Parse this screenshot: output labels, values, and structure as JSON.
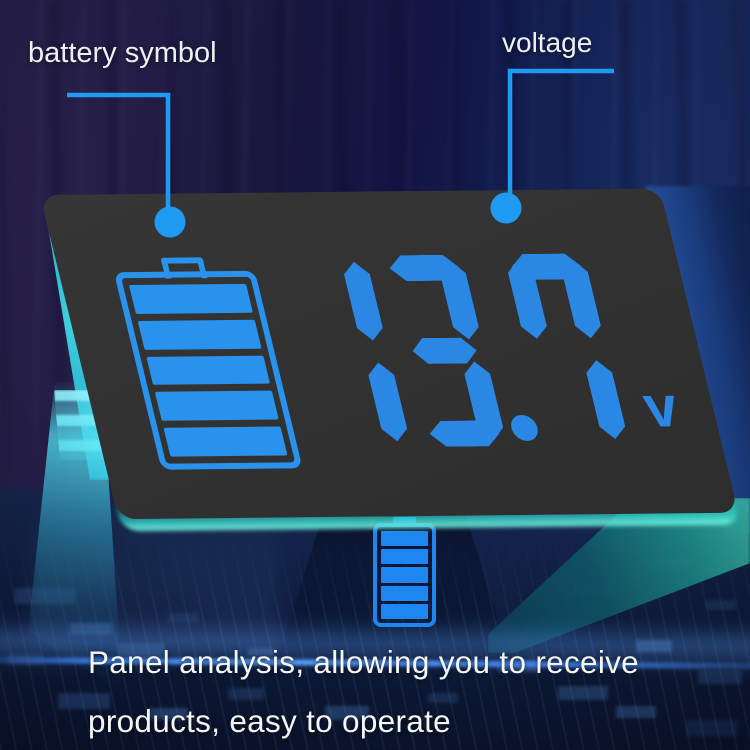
{
  "colors": {
    "accent_blue": "#1f9bf4",
    "digit_blue": "#2b87e4",
    "battery_blue": "#2892ec",
    "mini_battery_blue": "#1e86f0",
    "panel_gray": "#323232",
    "teal_glow": "#2fd0c8",
    "caption_white": "#f5f7fa"
  },
  "callouts": {
    "battery": {
      "label": "battery symbol",
      "marker": "dot-marker-icon"
    },
    "voltage": {
      "label": "voltage",
      "marker": "dot-marker-icon"
    }
  },
  "panel": {
    "display": {
      "value": "13.7",
      "unit": "v",
      "style": "seven-segment"
    },
    "battery_icon": {
      "name": "battery-full-icon",
      "bars": 5
    }
  },
  "mini_battery": {
    "name": "battery-full-icon",
    "bars": 5
  },
  "caption": {
    "line1": "Panel analysis, allowing you to receive",
    "line2": "products, easy to operate"
  }
}
